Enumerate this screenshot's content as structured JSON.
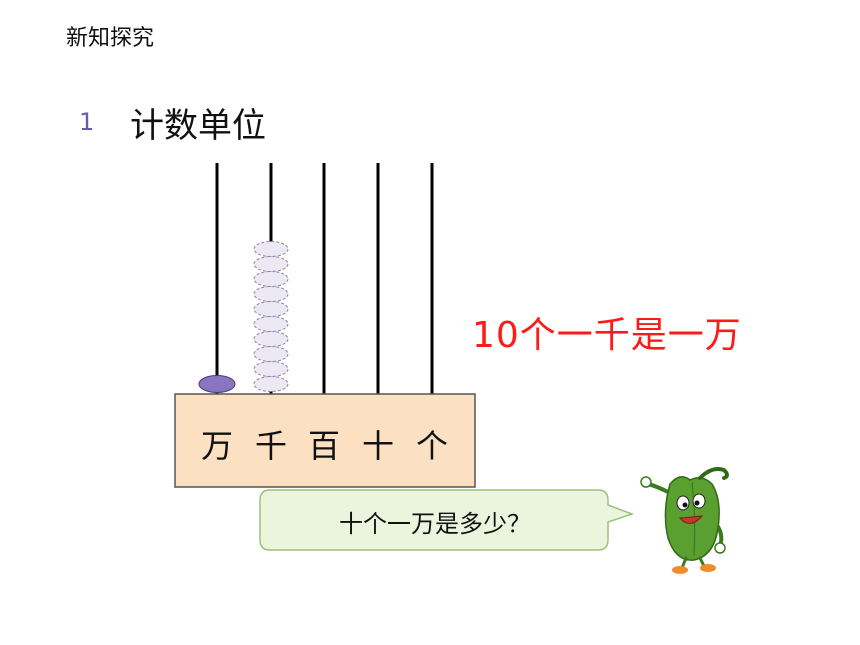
{
  "section_label": "新知探究",
  "heading": {
    "number": "1",
    "title": "计数单位"
  },
  "abacus": {
    "rods": [
      "万",
      "千",
      "百",
      "十",
      "个"
    ],
    "beads": [
      1,
      10,
      0,
      0,
      0
    ],
    "colors": {
      "frame_fill": "#fbe0c2",
      "rod": "#000000",
      "bead_wan": "#8a76c0",
      "bead_qian": "#ece8f4"
    }
  },
  "fact": "10个一千是一万",
  "speech": {
    "text": "十个一万是多少？",
    "colors": {
      "fill": "#ebf5dd",
      "border": "#9cc27a"
    }
  },
  "mascot": {
    "icon": "green-pepper-mascot-icon",
    "color": "#5aa030"
  }
}
